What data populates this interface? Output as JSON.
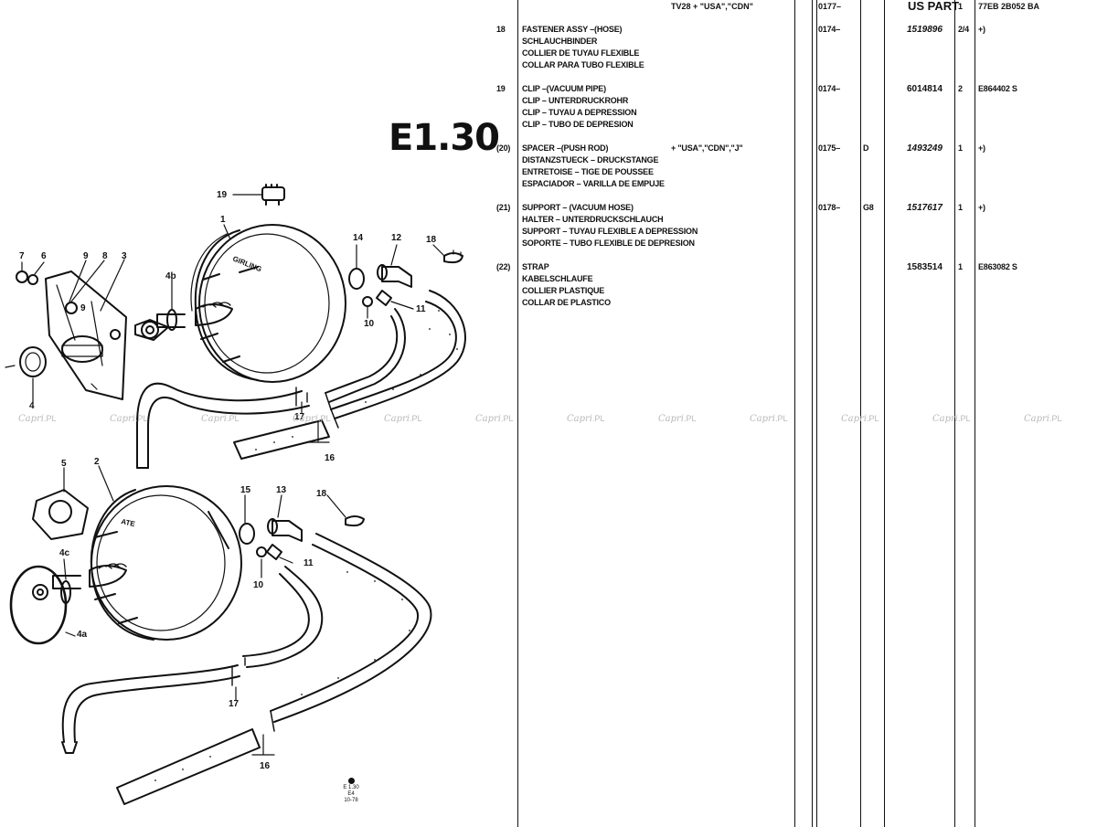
{
  "figure_ref": "E1.30",
  "plate_code": [
    "E 1.30 E4",
    "10-78"
  ],
  "header": {
    "variant": "TV28 + \"USA\",\"CDN\"",
    "date": "0177–",
    "part_no": "US PART",
    "qty": "1",
    "eng_no": "77EB 2B052 BA"
  },
  "rows": [
    {
      "ref": "18",
      "lines": [
        "FASTENER ASSY –(HOSE)",
        "SCHLAUCHBINDER",
        "COLLIER DE TUYAU FLEXIBLE",
        "COLLAR PARA TUBO FLEXIBLE"
      ],
      "variant": "",
      "date": "0174–",
      "code": "",
      "part_no": "1519896",
      "qty": "2/4",
      "eng_no": "+)"
    },
    {
      "ref": "19",
      "lines": [
        "CLIP –(VACUUM PIPE)",
        "CLIP – UNTERDRUCKROHR",
        "CLIP – TUYAU A DEPRESSION",
        "CLIP – TUBO DE DEPRESION"
      ],
      "variant": "",
      "date": "0174–",
      "code": "",
      "part_no": "6014814",
      "qty": "2",
      "eng_no": "E864402 S"
    },
    {
      "ref": "(20)",
      "lines": [
        "SPACER –(PUSH ROD)",
        "DISTANZSTUECK – DRUCKSTANGE",
        "ENTRETOISE – TIGE DE POUSSEE",
        "ESPACIADOR – VARILLA DE EMPUJE"
      ],
      "variant": "+ \"USA\",\"CDN\",\"J\"",
      "date": "0175–",
      "code": "D",
      "part_no": "1493249",
      "qty": "1",
      "eng_no": "+)"
    },
    {
      "ref": "(21)",
      "lines": [
        "SUPPORT – (VACUUM HOSE)",
        "HALTER – UNTERDRUCKSCHLAUCH",
        "SUPPORT – TUYAU FLEXIBLE A DEPRESSION",
        "SOPORTE – TUBO FLEXIBLE DE DEPRESION"
      ],
      "variant": "",
      "date": "0178–",
      "code": "G8",
      "part_no": "1517617",
      "qty": "1",
      "eng_no": "+)"
    },
    {
      "ref": "(22)",
      "lines": [
        "STRAP",
        "KABELSCHLAUFE",
        "COLLIER PLASTIQUE",
        "COLLAR DE PLASTICO"
      ],
      "variant": "",
      "date": "",
      "code": "",
      "part_no": "1583514",
      "qty": "1",
      "eng_no": "E863082 S"
    }
  ],
  "callouts_top": [
    "19",
    "1",
    "14",
    "12",
    "18",
    "7",
    "6",
    "9",
    "8",
    "3",
    "4b",
    "9",
    "10",
    "11",
    "4",
    "17",
    "16"
  ],
  "callouts_bottom": [
    "5",
    "2",
    "15",
    "13",
    "18",
    "4c",
    "4a",
    "10",
    "11",
    "17",
    "16"
  ],
  "booster_labels": [
    "GIRLING",
    "ATE"
  ],
  "watermark": {
    "brand": "Capri",
    "suffix": ".PL"
  }
}
